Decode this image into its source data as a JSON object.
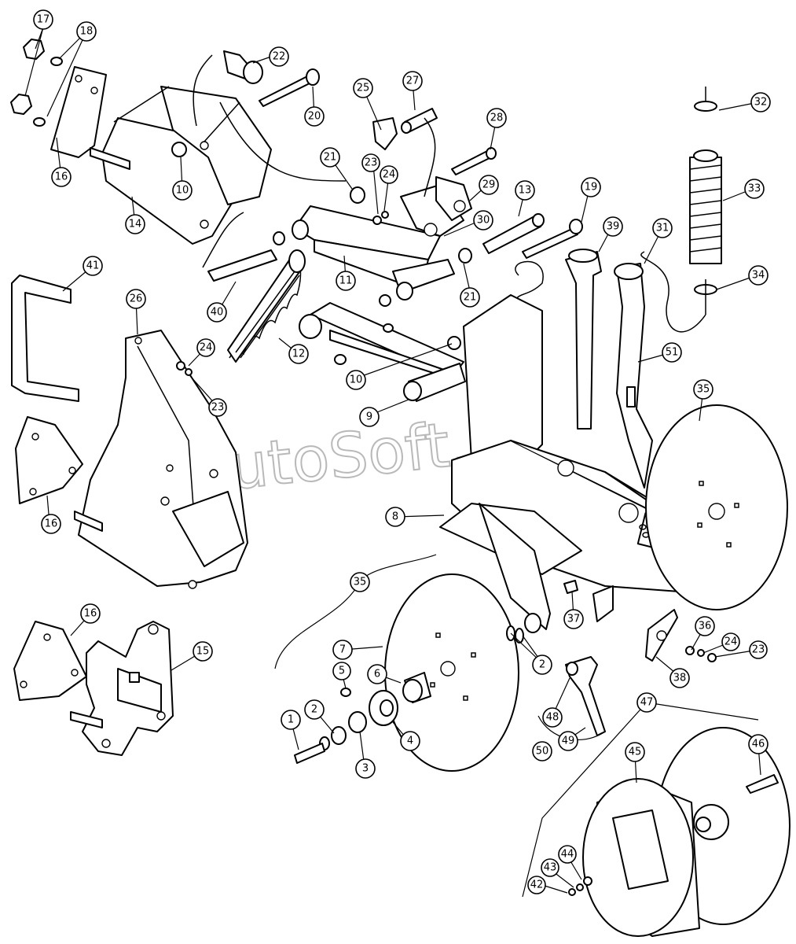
{
  "watermark": "AutoSoft.ru",
  "callouts": [
    "17",
    "18",
    "22",
    "20",
    "25",
    "27",
    "28",
    "16",
    "10",
    "14",
    "21",
    "23",
    "24",
    "29",
    "13",
    "19",
    "30",
    "11",
    "39",
    "31",
    "32",
    "33",
    "34",
    "41",
    "40",
    "12",
    "21",
    "26",
    "24",
    "23",
    "10",
    "9",
    "51",
    "35",
    "16",
    "8",
    "35",
    "37",
    "36",
    "24",
    "23",
    "7",
    "2",
    "38",
    "5",
    "6",
    "1",
    "2",
    "48",
    "16",
    "15",
    "4",
    "3",
    "50",
    "49",
    "47",
    "45",
    "46",
    "44",
    "43",
    "42"
  ]
}
